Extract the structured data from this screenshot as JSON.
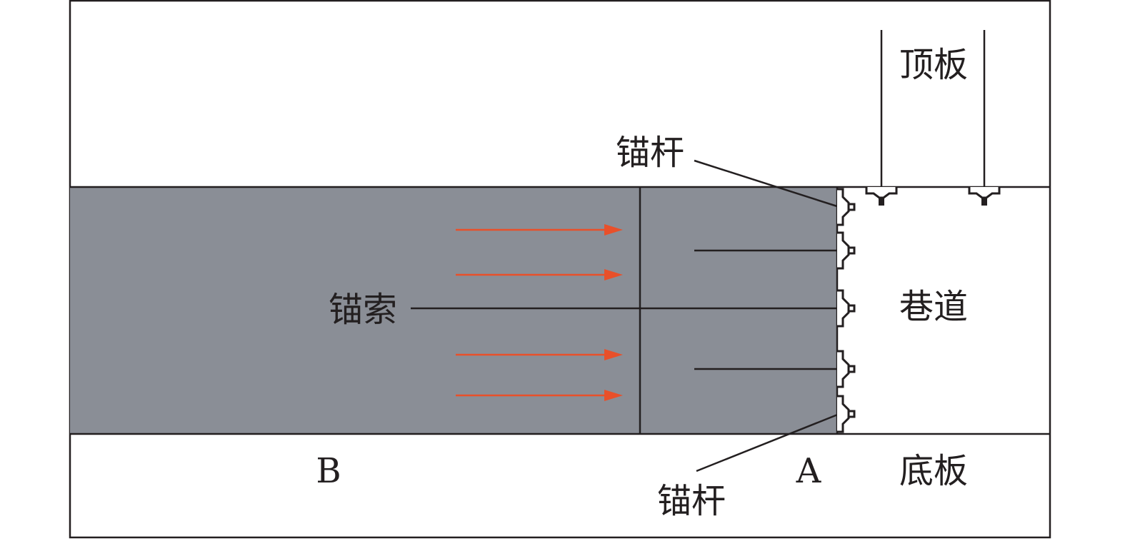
{
  "labels": {
    "roof": "顶板",
    "roadway": "巷道",
    "floor": "底板",
    "bolt_top": "锚杆",
    "bolt_bottom": "锚杆",
    "cable": "锚索",
    "point_a": "A",
    "point_b": "B"
  },
  "colors": {
    "coal_zone": "#8a8e96",
    "arrow": "#e8502a",
    "line": "#231f20"
  }
}
